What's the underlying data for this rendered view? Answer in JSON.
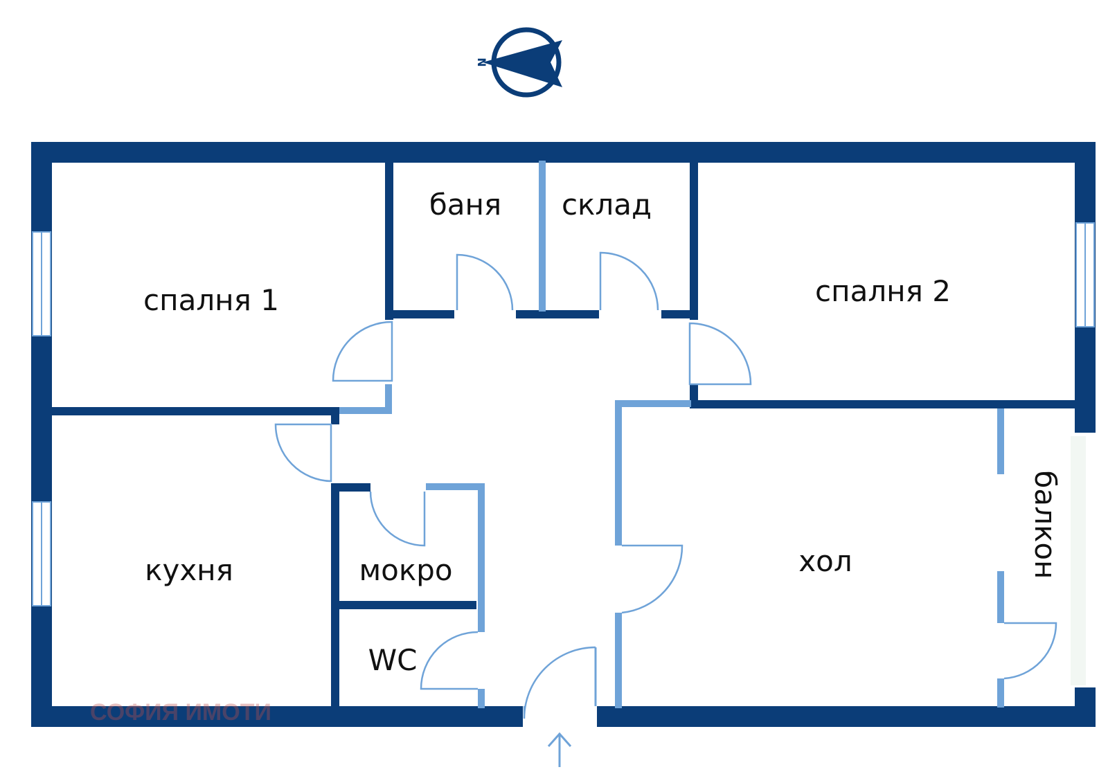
{
  "rooms": {
    "bedroom1": "спалня 1",
    "bath": "баня",
    "storage": "склад",
    "bedroom2": "спалня 2",
    "kitchen": "кухня",
    "utility": "мокро",
    "wc": "WC",
    "living": "хол",
    "balcony": "балкон"
  },
  "compass": {
    "north_label": "N"
  },
  "watermark": "СОФИЯ ИМОТИ",
  "colors": {
    "wall_dark": "#0b3d78",
    "wall_light": "#6fa3d8",
    "watermark": "#c0504d"
  },
  "icons": {
    "compass": "compass-icon",
    "entrance": "entrance-arrow-icon"
  }
}
